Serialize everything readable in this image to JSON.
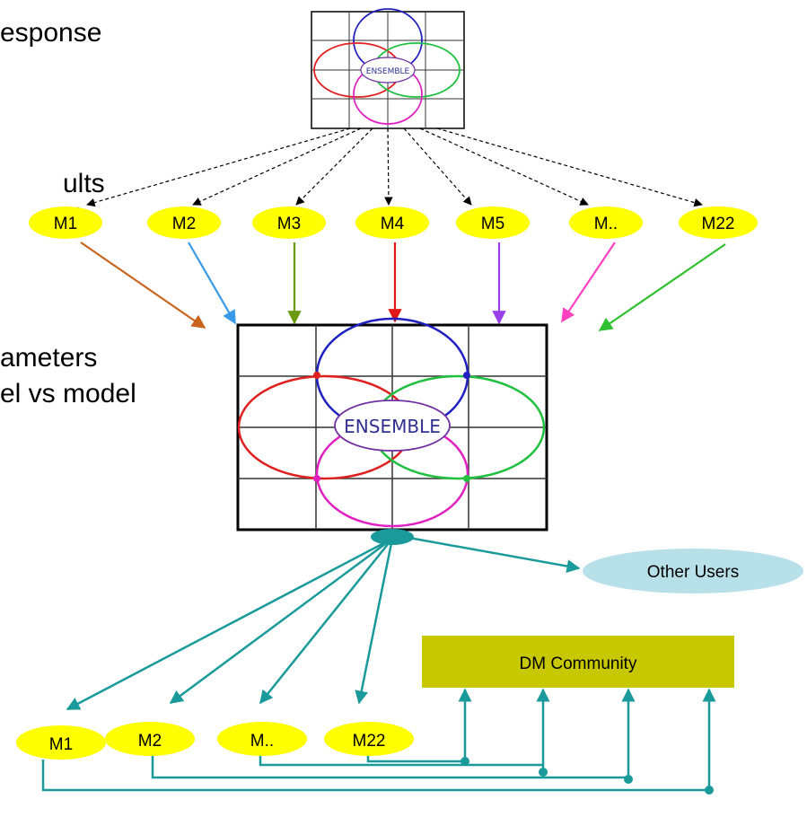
{
  "text_fragments": [
    "esponse",
    "ults",
    ">",
    "ameters",
    "el vs model"
  ],
  "ensemble_label": "ENSEMBLE",
  "models_top": [
    "M1",
    "M2",
    "M3",
    "M4",
    "M5",
    "M..",
    "M22"
  ],
  "models_bottom": [
    "M1",
    "M2",
    "M..",
    "M22"
  ],
  "other_users": "Other Users",
  "dm_community": "DM Community",
  "colors": {
    "model_fill": "#ffff00",
    "teal": "#1a9a9a",
    "other_users_fill": "#b8e0e8",
    "dm_box": "#c8c800",
    "arrows": [
      "#c8641e",
      "#3a9ae8",
      "#6a9a10",
      "#e01818",
      "#9a40e8",
      "#ff40c0",
      "#30c030"
    ],
    "circles": {
      "blue": "#2020c0",
      "red": "#e02020",
      "green": "#20c040",
      "magenta": "#e020c0"
    }
  }
}
